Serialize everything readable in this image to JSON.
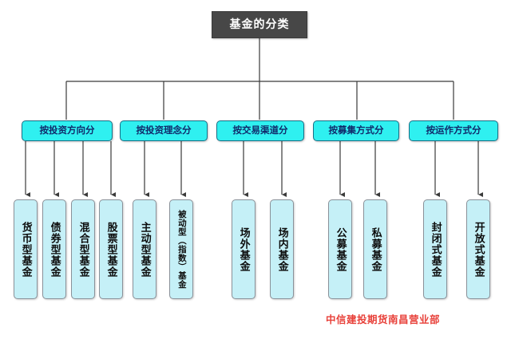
{
  "diagram": {
    "type": "org-tree",
    "root": {
      "label": "基金的分类"
    },
    "categories": [
      {
        "label": "按投资方向分"
      },
      {
        "label": "按投资理念分"
      },
      {
        "label": "按交易渠道分"
      },
      {
        "label": "按募集方式分"
      },
      {
        "label": "按运作方式分"
      }
    ],
    "leaves": [
      {
        "label": "货币型基金"
      },
      {
        "label": "债券型基金"
      },
      {
        "label": "混合型基金"
      },
      {
        "label": "股票型基金"
      },
      {
        "label": "主动型基金"
      },
      {
        "label": "被动型（指数）基金"
      },
      {
        "label": "场外基金"
      },
      {
        "label": "场内基金"
      },
      {
        "label": "公募基金"
      },
      {
        "label": "私募基金"
      },
      {
        "label": "封闭式基金"
      },
      {
        "label": "开放式基金"
      }
    ],
    "watermark": "中信建投期货南昌营业部",
    "colors": {
      "root_fill": "#474747",
      "root_text": "#ffffff",
      "category_fill": "#2ff0f0",
      "category_text": "#102a6b",
      "category_border": "#1a6f86",
      "leaf_fill": "#c5f0f7",
      "leaf_text": "#0d0d0d",
      "leaf_border": "#8a9199",
      "connector": "#3a3a3a",
      "watermark_text": "#e8413a",
      "background": "#ffffff"
    }
  }
}
